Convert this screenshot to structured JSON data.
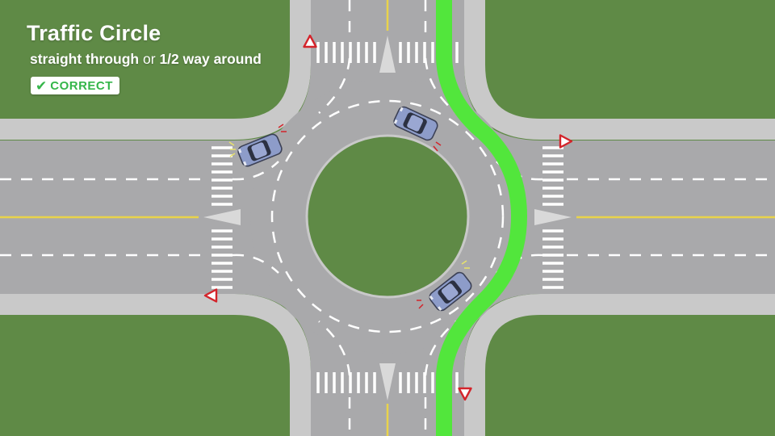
{
  "header": {
    "title": "Traffic Circle",
    "subtitle_part1": "straight through",
    "subtitle_or": "or",
    "subtitle_part2": "1/2 way around",
    "badge_label": "CORRECT",
    "badge_icon": "checkmark-icon"
  },
  "colors": {
    "grass": "#5f8a46",
    "road": "#a9a9ab",
    "curb": "#c9c9c9",
    "marking_white": "#ffffff",
    "marking_yellow": "#e9d34a",
    "path_highlight": "#52e63c",
    "car_body": "#8d9cc9",
    "yield_red": "#d3242b",
    "badge_text": "#35b64a"
  }
}
